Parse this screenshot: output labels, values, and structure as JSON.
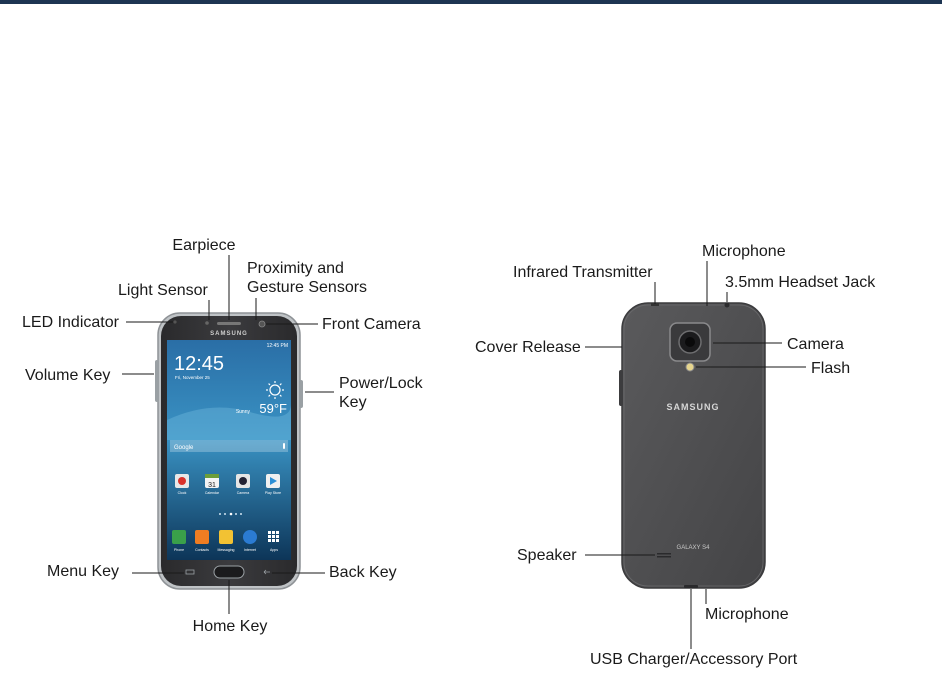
{
  "front": {
    "labels": {
      "earpiece": "Earpiece",
      "proximity": "Proximity and\nGesture Sensors",
      "light_sensor": "Light Sensor",
      "led": "LED Indicator",
      "front_camera": "Front Camera",
      "volume": "Volume Key",
      "power": "Power/Lock\nKey",
      "menu": "Menu Key",
      "back": "Back Key",
      "home": "Home Key"
    },
    "brand": "SAMSUNG",
    "screen": {
      "time": "12:45",
      "date": "Fri, November 25",
      "status_time": "12:45 PM",
      "city": "Sunny",
      "temp": "59°F",
      "search": "Google",
      "calendar_day": "31",
      "apps_row1": [
        "Clock",
        "Calendar",
        "Camera",
        "Play Store"
      ],
      "apps_dock": [
        "Phone",
        "Contacts",
        "Messaging",
        "Internet",
        "Apps"
      ]
    }
  },
  "back": {
    "labels": {
      "microphone_top": "Microphone",
      "infrared": "Infrared Transmitter",
      "headset": "3.5mm Headset Jack",
      "camera": "Camera",
      "cover_release": "Cover Release",
      "flash": "Flash",
      "speaker": "Speaker",
      "microphone_bottom": "Microphone",
      "usb": "USB Charger/Accessory Port"
    },
    "brand": "SAMSUNG",
    "model": "GALAXY S4"
  },
  "colors": {
    "topbar": "#1d3552",
    "phone_body": "#4d4d4f",
    "phone_bezel": "#2b2b2d",
    "screen_top": "#1e5a8c",
    "screen_bottom": "#0f3b63"
  }
}
